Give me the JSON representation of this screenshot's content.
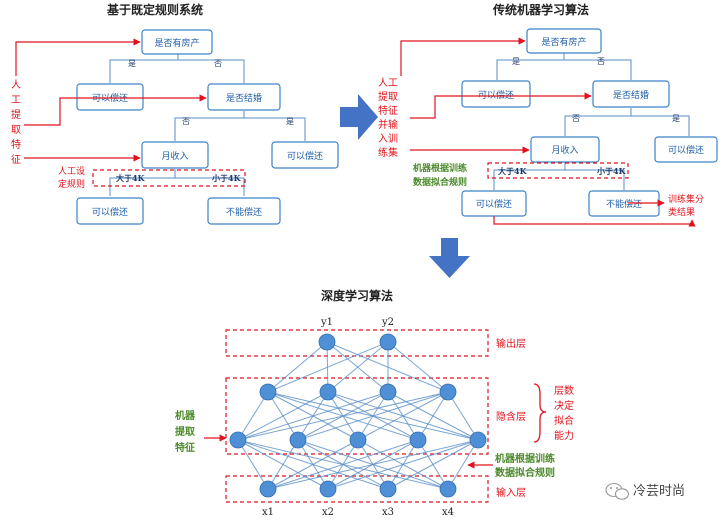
{
  "left": {
    "title": "基于既定规则系统",
    "nodes": {
      "house": "是否有房产",
      "repay1": "可以偿还",
      "married": "是否结婚",
      "income": "月收入",
      "repay2": "可以偿还",
      "repay3": "可以偿还",
      "norepay": "不能偿还"
    },
    "edges": {
      "yes1": "是",
      "no1": "否",
      "no2": "否",
      "yes2": "是",
      "gt4k": "大于4K",
      "lt4k": "小于4K"
    },
    "side_label": [
      "人",
      "工",
      "提",
      "取",
      "特",
      "征"
    ],
    "rule_label": [
      "人工设",
      "定规则"
    ]
  },
  "right": {
    "title": "传统机器学习算法",
    "nodes": {
      "house": "是否有房产",
      "repay1": "可以偿还",
      "married": "是否结婚",
      "income": "月收入",
      "repay2": "可以偿还",
      "repay3": "可以偿还",
      "norepay": "不能偿还"
    },
    "edges": {
      "yes1": "是",
      "no1": "否",
      "no2": "否",
      "yes2": "是",
      "gt4k": "大于4K",
      "lt4k": "小于4K"
    },
    "side_label": [
      "人工",
      "提取",
      "特征",
      "并输",
      "入训",
      "练集"
    ],
    "fit_label": [
      "机器根据训练",
      "数据拟合规则"
    ],
    "result_label": [
      "训练集分",
      "类结果"
    ]
  },
  "bottom": {
    "title": "深度学习算法",
    "outputs": [
      "y1",
      "y2"
    ],
    "inputs": [
      "x1",
      "x2",
      "x3",
      "x4"
    ],
    "layer_output": "输出层",
    "layer_hidden": "隐含层",
    "layer_input": "输入层",
    "layer_note": [
      "层数",
      "决定",
      "拟合",
      "能力"
    ],
    "machine_feature": [
      "机器",
      "提取",
      "特征"
    ],
    "fit_label": [
      "机器根据训练",
      "数据拟合规则"
    ]
  },
  "watermark": "冷芸时尚",
  "colors": {
    "arrow": "#4472c4",
    "node_stroke": "#3a83c7",
    "red": "#e0141e",
    "green": "#4a8a2a",
    "neuron": "#4f8fd6"
  }
}
